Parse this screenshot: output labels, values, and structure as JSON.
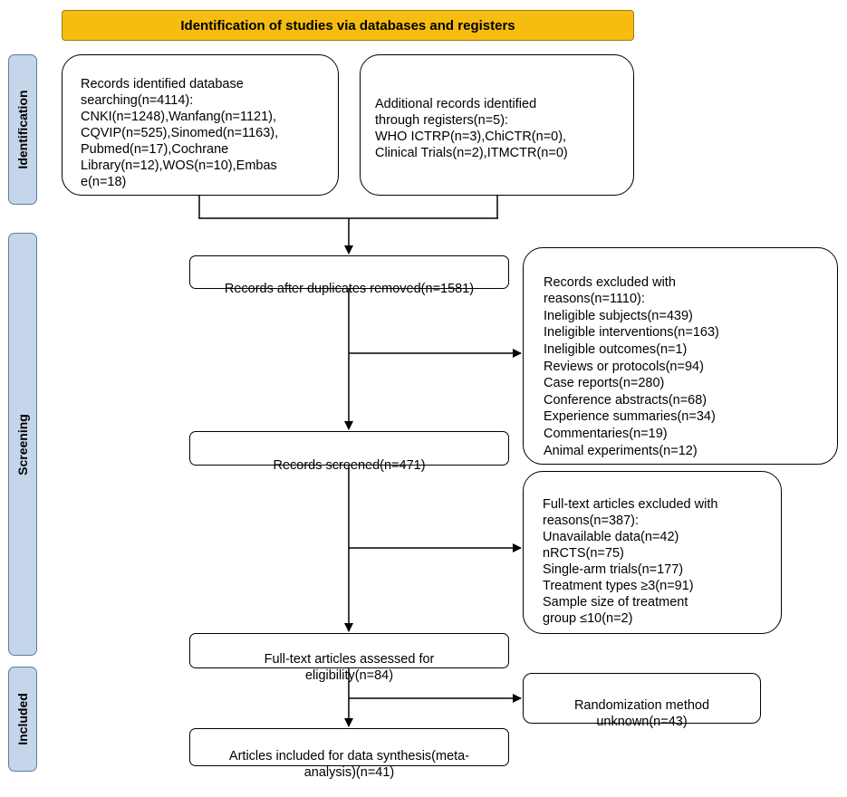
{
  "header": {
    "title": "Identification of studies via databases and registers"
  },
  "phases": {
    "identification": "Identification",
    "screening": "Screening",
    "included": "Included"
  },
  "boxes": {
    "records_identified": "Records identified database\nsearching(n=4114):\nCNKI(n=1248),Wanfang(n=1121),\nCQVIP(n=525),Sinomed(n=1163),\nPubmed(n=17),Cochrane\nLibrary(n=12),WOS(n=10),Embas\ne(n=18)",
    "additional_records": "Additional records identified\nthrough registers(n=5):\nWHO ICTRP(n=3),ChiCTR(n=0),\nClinical Trials(n=2),ITMCTR(n=0)",
    "after_duplicates": "Records after duplicates removed(n=1581)",
    "excluded_reasons": "Records excluded with\nreasons(n=1110):\n   Ineligible subjects(n=439)\n   Ineligible interventions(n=163)\n   Ineligible outcomes(n=1)\n   Reviews or protocols(n=94)\n   Case reports(n=280)\n   Conference abstracts(n=68)\n   Experience summaries(n=34)\n   Commentaries(n=19)\n   Animal experiments(n=12)",
    "records_screened": "Records screened(n=471)",
    "fulltext_excluded": "Full-text articles excluded with\nreasons(n=387):\n  Unavailable data(n=42)\n  nRCTS(n=75)\n  Single-arm trials(n=177)\n  Treatment types ≥3(n=91)\n  Sample size of treatment\n  group ≤10(n=2)",
    "fulltext_assessed": "Full-text articles assessed for\neligibility(n=84)",
    "randomization_unknown": "Randomization method\nunknown(n=43)",
    "included": "Articles included for data synthesis(meta-\nanalysis)(n=41)"
  }
}
